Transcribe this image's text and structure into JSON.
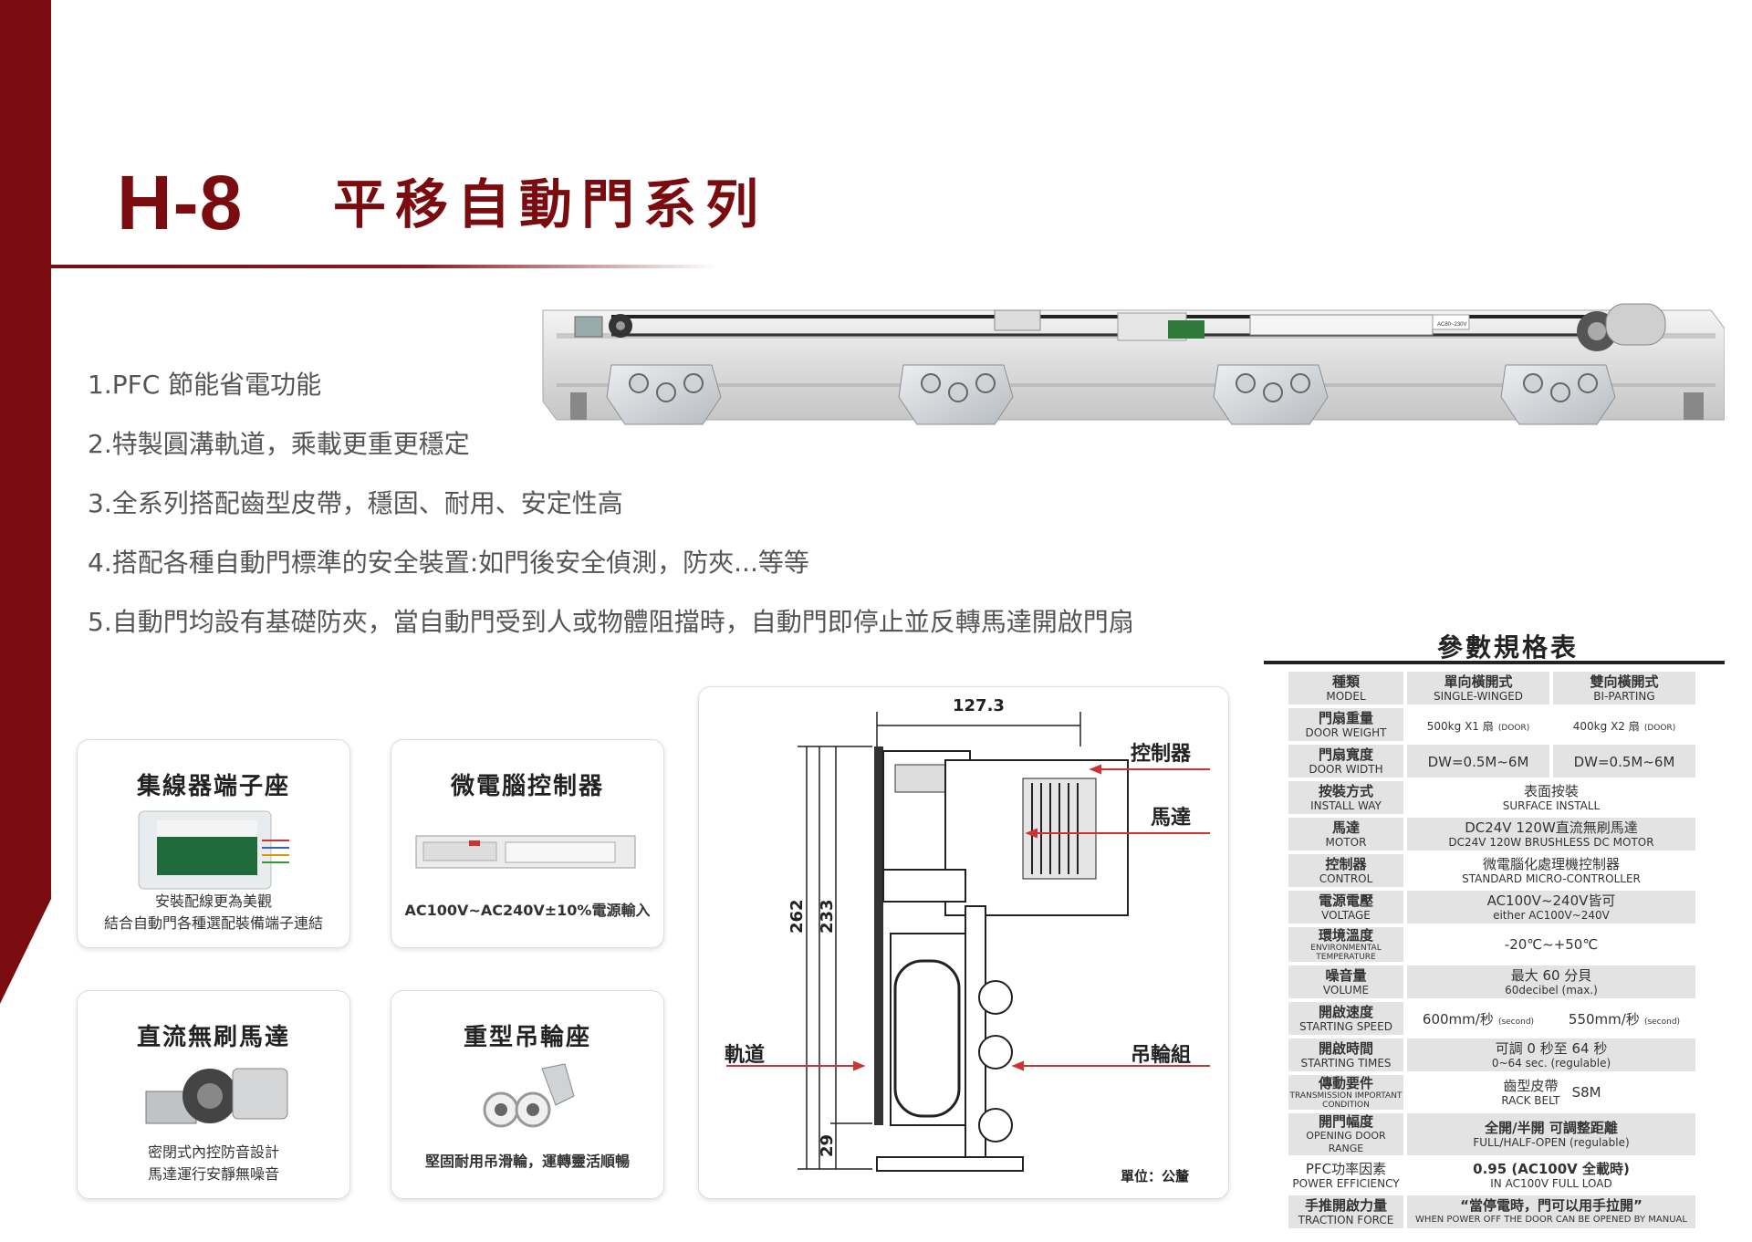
{
  "header": {
    "model": "H-8",
    "name": "平移自動門系列"
  },
  "features": [
    "1.PFC 節能省電功能",
    "2.特製圓溝軌道，乘載更重更穩定",
    "3.全系列搭配齒型皮帶，穩固、耐用、安定性高",
    "4.搭配各種自動門標準的安全裝置:如門後安全偵測，防夾...等等",
    "5.自動門均設有基礎防夾，當自動門受到人或物體阻擋時，自動門即停止並反轉馬達開啟門扇"
  ],
  "product_label": "AC80~230V",
  "cards": [
    {
      "title": "集線器端子座",
      "desc": [
        "安裝配線更為美觀",
        "結合自動門各種選配裝備端子連結"
      ]
    },
    {
      "title": "微電腦控制器",
      "desc": [
        "AC100V~AC240V±10%電源輸入"
      ]
    },
    {
      "title": "直流無刷馬達",
      "desc": [
        "密閉式內控防音設計",
        "馬達運行安靜無噪音"
      ]
    },
    {
      "title": "重型吊輪座",
      "desc": [
        "堅固耐用吊滑輪，運轉靈活順暢"
      ]
    }
  ],
  "diagram": {
    "width_dim": "127.3",
    "height_dim_total": "262",
    "height_dim_inner": "233",
    "height_dim_bottom": "29",
    "labels": {
      "controller": "控制器",
      "motor": "馬達",
      "track": "軌道",
      "roller": "吊輪組"
    },
    "unit": "單位：公釐"
  },
  "spec": {
    "title": "參數規格表",
    "rows": [
      {
        "zh": "種類",
        "en": "MODEL",
        "cells": [
          {
            "zh": "單向橫開式",
            "en": "SINGLE-WINGED"
          },
          {
            "zh": "雙向橫開式",
            "en": "BI-PARTING"
          }
        ]
      },
      {
        "zh": "門扇重量",
        "en": "DOOR WEIGHT",
        "cells": [
          {
            "zh": "500kg X1 扇",
            "en": "(DOOR)"
          },
          {
            "zh": "400kg X2 扇",
            "en": "(DOOR)"
          }
        ]
      },
      {
        "zh": "門扇寬度",
        "en": "DOOR WIDTH",
        "cells": [
          {
            "zh": "DW=0.5M~6M"
          },
          {
            "zh": "DW=0.5M~6M"
          }
        ]
      },
      {
        "zh": "按裝方式",
        "en": "INSTALL WAY",
        "span": {
          "zh": "表面按裝",
          "en": "SURFACE INSTALL"
        }
      },
      {
        "zh": "馬達",
        "en": "MOTOR",
        "span": {
          "zh": "DC24V 120W直流無刷馬達",
          "en": "DC24V 120W BRUSHLESS DC MOTOR"
        }
      },
      {
        "zh": "控制器",
        "en": "CONTROL",
        "span": {
          "zh": "微電腦化處理機控制器",
          "en": "STANDARD  MICRO-CONTROLLER"
        }
      },
      {
        "zh": "電源電壓",
        "en": "VOLTAGE",
        "span": {
          "zh": "AC100V~240V皆可",
          "en": "either AC100V~240V"
        }
      },
      {
        "zh": "環境溫度",
        "en": "ENVIRONMENTAL TEMPERATURE",
        "span": {
          "zh": "-20℃~+50℃"
        }
      },
      {
        "zh": "噪音量",
        "en": "VOLUME",
        "span": {
          "zh": "最大 60 分貝",
          "en": "60decibel (max.)"
        }
      },
      {
        "zh": "開啟速度",
        "en": "STARTING SPEED",
        "cells": [
          {
            "zh": "600mm/秒",
            "en": "(second)"
          },
          {
            "zh": "550mm/秒",
            "en": "(second)"
          }
        ]
      },
      {
        "zh": "開啟時間",
        "en": "STARTING TIMES",
        "span": {
          "zh": "可調 0 秒至 64 秒",
          "en": "0~64 sec. (regulable)"
        }
      },
      {
        "zh": "傳動要件",
        "en": "TRANSMISSION IMPORTANT CONDITION",
        "span": {
          "zh": "齒型皮帶",
          "en": "RACK BELT",
          "extra": "S8M"
        }
      },
      {
        "zh": "開門幅度",
        "en": "OPENING DOOR RANGE",
        "span": {
          "zh": "全開/半開 可調整距離",
          "en": "FULL/HALF-OPEN  (regulable)"
        }
      },
      {
        "zh": "PFC功率因素",
        "en": "POWER EFFICIENCY",
        "span": {
          "zh": "0.95 (AC100V 全載時)",
          "en": "IN AC100V FULL LOAD"
        }
      },
      {
        "zh": "手推開啟力量",
        "en": "TRACTION  FORCE",
        "span": {
          "zh": "“當停電時，門可以用手拉開”",
          "en": "WHEN POWER OFF THE DOOR CAN BE OPENED BY MANUAL"
        }
      }
    ]
  },
  "colors": {
    "brand": "#7a0c10",
    "cell_bg": "#e3e3e3",
    "text": "#333333"
  }
}
